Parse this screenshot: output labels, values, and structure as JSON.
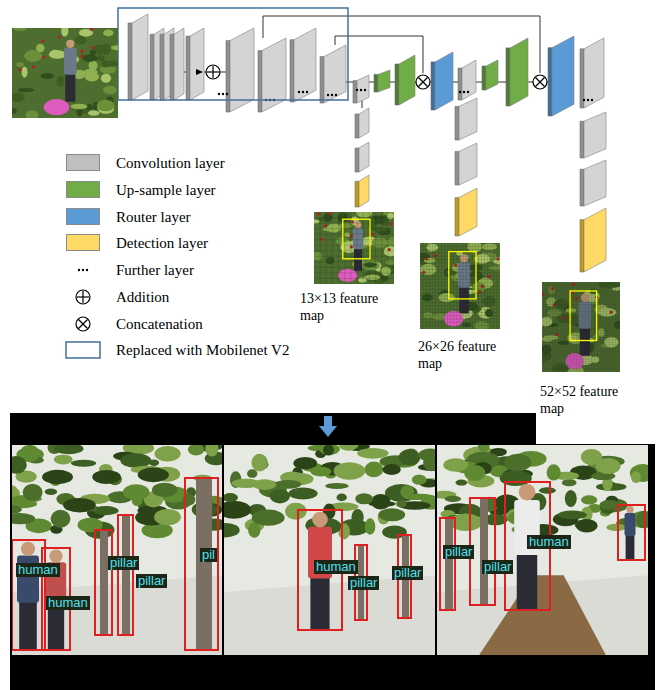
{
  "diagram": {
    "labels": [
      "13×13 feature map",
      "26×26 feature map",
      "52×52 feature map",
      "human",
      "human",
      "pillar",
      "pillar",
      "pil",
      "human",
      "pillar",
      "pillar",
      "pillar",
      "pillar",
      "human"
    ],
    "legend": [
      {
        "text": "Convolution layer",
        "color": "#bfbfbf"
      },
      {
        "text": "Up-sample layer",
        "color": "#70ad47"
      },
      {
        "text": "Router layer",
        "color": "#5b9bd5"
      },
      {
        "text": "Detection layer",
        "color": "#ffd966"
      },
      {
        "text": "Further layer"
      },
      {
        "text": "Addition"
      },
      {
        "text": "Concatenation"
      },
      {
        "text": "Replaced with Mobilenet V2"
      }
    ]
  }
}
